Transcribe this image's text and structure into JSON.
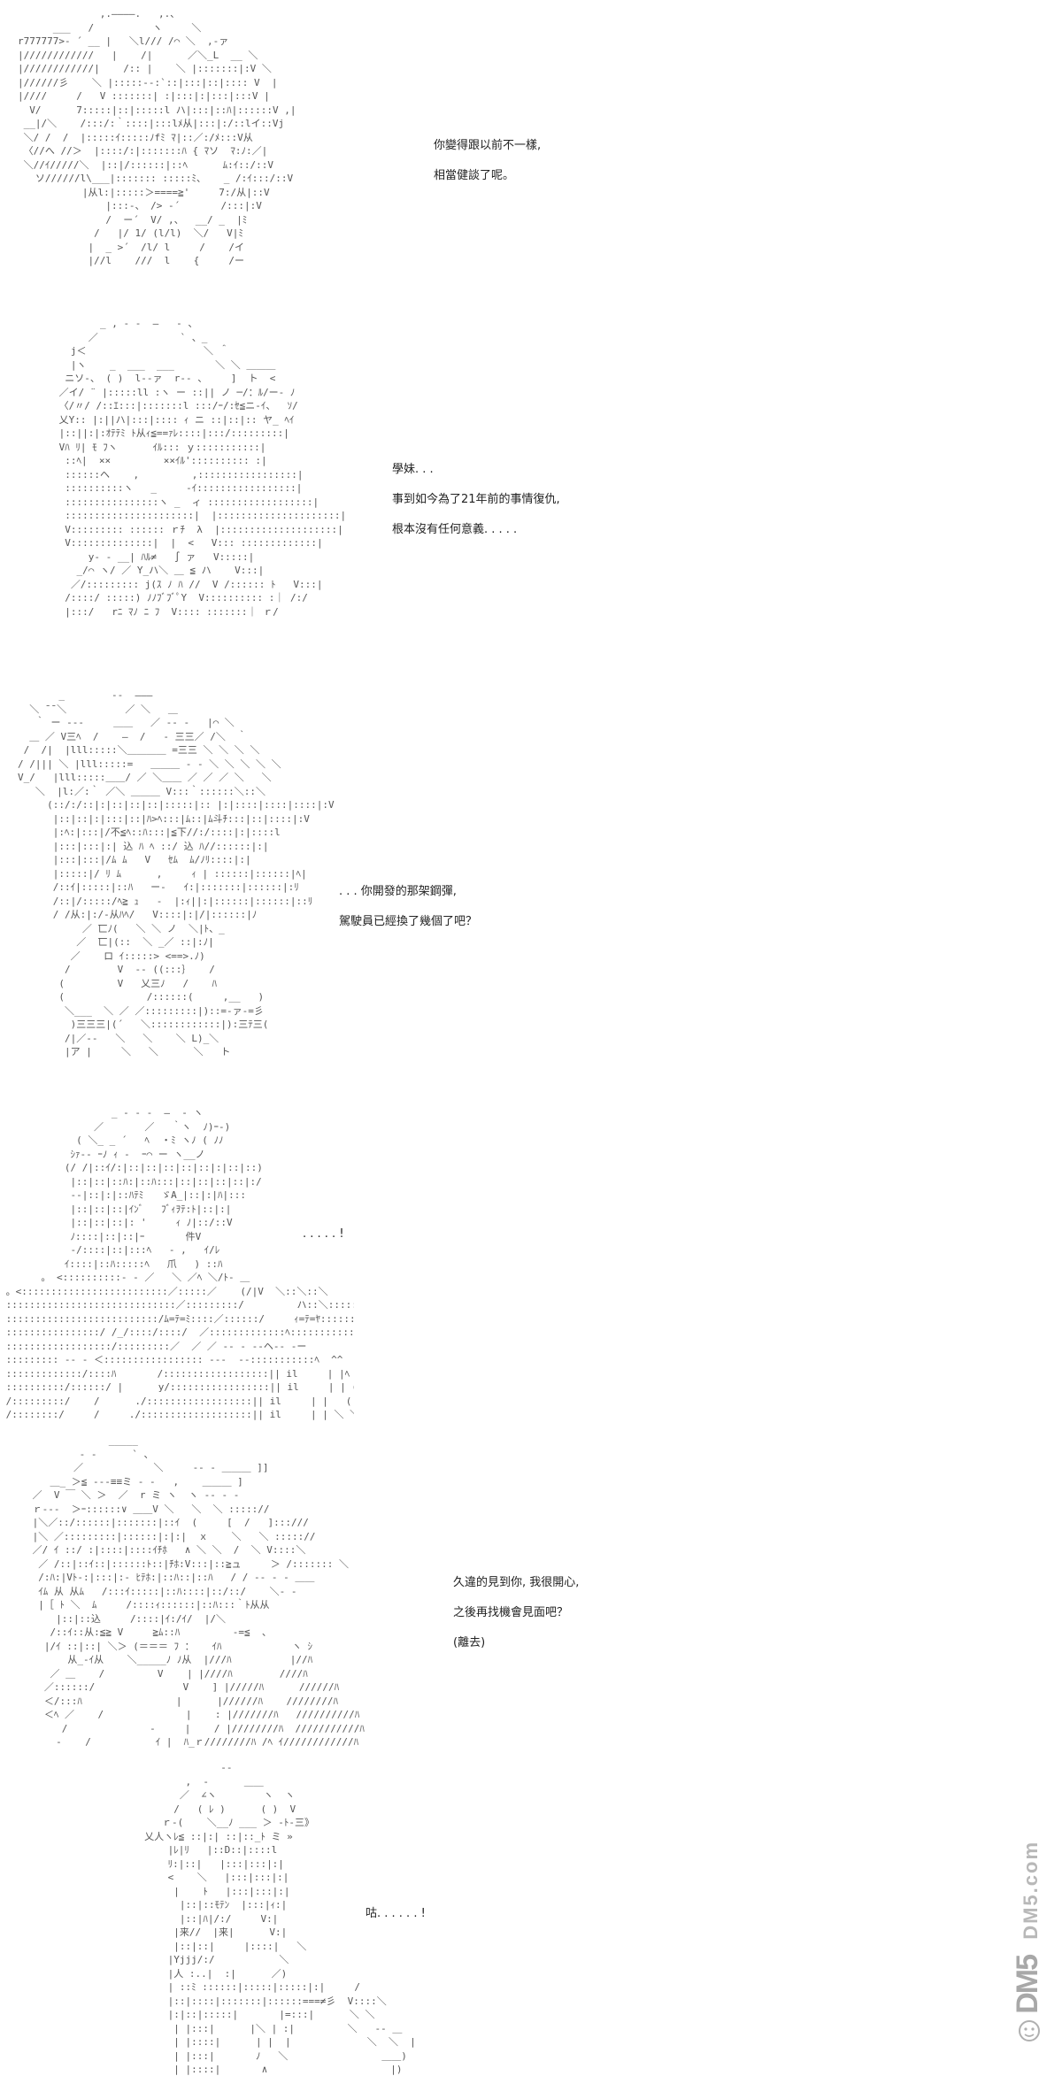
{
  "panels": [
    {
      "dialogue": [
        "你變得跟以前不一樣,",
        "相當健談了呢。"
      ]
    },
    {
      "dialogue": [
        "學妹. . .",
        "事到如今為了21年前的事情復仇,",
        "根本沒有任何意義. . . . ."
      ]
    },
    {
      "dialogue": [
        ". . . 你開發的那架鋼彈,",
        "駕駛員已經換了幾個了吧？"
      ]
    },
    {
      "dialogue": [
        ". . . . . !"
      ]
    },
    {
      "dialogue": [
        "久違的見到你, 我很開心,",
        "之後再找機會見面吧？",
        "(離去)"
      ]
    },
    {
      "dialogue": [
        "咕. . . . . . !"
      ]
    }
  ],
  "watermark": {
    "site": "DM5.com",
    "logo": "DM5"
  },
  "colors": {
    "background": "#ffffff",
    "text": "#222222",
    "art": "#555555",
    "watermark": "#b0b0b0"
  }
}
